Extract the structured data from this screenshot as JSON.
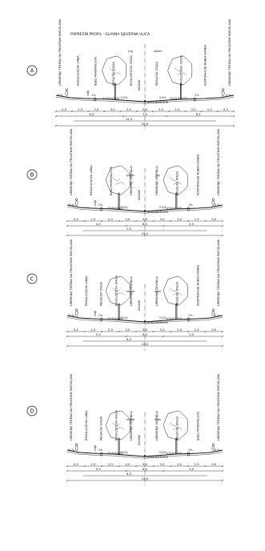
{
  "page_title": "POPREČNI PROFIL - GLAVNA SJEVERNA ULICA",
  "sections": [
    {
      "label": "A",
      "side_left": "jug",
      "side_right": "sjever",
      "zone_labels": [
        "UREĐENJE TERENA NA PRIVATNIM PARCELAMA",
        "REGULACIJSKA LINIJA",
        "BIJELI PARKIRALIŠTE",
        "PJEŠAČKA STAZA",
        "BICIKLISTIČKA STAZA",
        "KOLNIK",
        "PJEŠAČKA STAZA",
        "BICIKLISTIČKA STAZA",
        "KONTINUALNI RUBNI KAMEN",
        "UREĐENJE TERENA NA PRIVATNIM PARCELAMA"
      ],
      "grades": [
        "5 %",
        "2%",
        "2,5%",
        "2,5%",
        "2%",
        "5 %"
      ],
      "kota": "KOTA NIVELETE",
      "widths": [
        "0,5",
        "1,5",
        "2,0",
        "3,0",
        "2,5",
        "2,5",
        "2,5",
        "2,5",
        "3,0",
        "1,5",
        "0,5"
      ],
      "subtotals": [
        "6,5",
        "7,0",
        "6,5"
      ],
      "total_inner": "12,0",
      "total": "20,0"
    },
    {
      "label": "B",
      "side_left": "sjever",
      "side_right": "jug",
      "zone_labels": [
        "UREĐENJE TERENA NA PRIVATNIM PARCELAMA",
        "REGULACIJSKA LINIJA",
        "BIJELI PARKIRALIŠTE",
        "UREĐENJE ZELENILA",
        "KOLNIK",
        "UREĐENJE ZELENILA",
        "PJEŠAČKA STAZA",
        "KONTINUALNI RUBNI KAMEN",
        "UREĐENJE TERENA NA PRIVATNIM PARCELAMA"
      ],
      "grades": [
        "5 %",
        "2%",
        "2,5%",
        "2,5%",
        "2%",
        "5 %"
      ],
      "kota": "KOTA NIVELETE",
      "widths": [
        "0,5",
        "1,5",
        "2,0",
        "3,0",
        "3,0",
        "3,0",
        "3,0",
        "1,5",
        "0,5"
      ],
      "subtotals": [
        "4,5",
        "6,0",
        "4,5"
      ],
      "total_inner": "7,5",
      "total": "15,0"
    },
    {
      "label": "C",
      "side_left": "zapad",
      "side_right": "istok",
      "zone_labels": [
        "UREĐENJE TERENA NA PRIVATNIM PARCELAMA",
        "REGULACIJSKA LINIJA",
        "PJEŠAČKA STAZA",
        "BICIKLISTIČKA STAZA",
        "UREĐENJE ZELENILA",
        "KOLNIK",
        "UREĐENJE ZELENILA",
        "PJEŠAČKA STAZA",
        "KONTINUALNI RUBNI KAMEN",
        "UREĐENJE TERENA NA PRIVATNIM PARCELAMA"
      ],
      "grades": [
        "5 %",
        "2%",
        "2,5%",
        "2,5%",
        "2%",
        "5 %"
      ],
      "kota": "KOTA NIVELETE",
      "widths": [
        "0,5",
        "1,5",
        "2,0",
        "3,0",
        "3,0",
        "3,0",
        "2,0",
        "1,5",
        "0,5"
      ],
      "subtotals": [
        "5,5",
        "6,0",
        "3,5"
      ],
      "total_inner": "6,5",
      "total": "15,0"
    },
    {
      "label": "D",
      "side_left": "zapad",
      "side_right": "istok",
      "zone_labels": [
        "UREĐENJE TERENA NA PRIVATNIM PARCELAMA",
        "REGULACIJSKA LINIJA",
        "PJEŠAČKA STAZA",
        "BICIKLISTIČKA STAZA",
        "UREĐENJE ZELENILA",
        "KOLNIK",
        "UREĐENJE ZELENILA",
        "PJEŠAČKA STAZA",
        "BIJELI PARKIRALIŠTE",
        "UREĐENJE TERENA NA PRIVATNIM PARCELAMA"
      ],
      "grades": [
        "5 %",
        "2%",
        "2,5%",
        "2,5%",
        "2%",
        "5 %"
      ],
      "kota": "KOTA NIVELETE",
      "widths": [
        "0,5",
        "1,5",
        "2,0",
        "3,0",
        "3,0",
        "3,0",
        "2,0",
        "1,5",
        "0,5"
      ],
      "subtotals": [
        "5,5",
        "6,0",
        "3,5"
      ],
      "total_inner": "6,5",
      "total": "15,0"
    }
  ]
}
